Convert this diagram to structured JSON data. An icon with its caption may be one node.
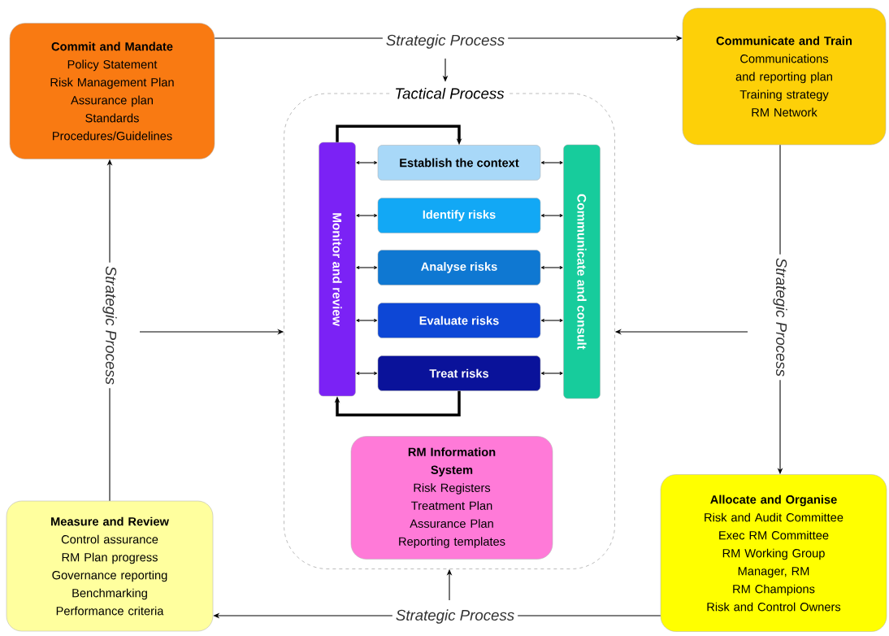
{
  "diagram": {
    "nodes": [
      {
        "text": [
          "Commit and Mandate",
          "Policy Statement",
          "Risk Management Plan",
          "Assurance plan",
          "Standards",
          "Procedures/Guidelines"
        ]
      },
      {
        "text": [
          "Communicate and Train",
          "Communications and reporting plan",
          "Training strategy",
          "RM Network"
        ]
      },
      {
        "text": [
          "Tactical Process"
        ]
      },
      {
        "text": [
          "Monitor and review"
        ],
        "in": 2
      },
      {
        "text": [
          "Establish the context"
        ],
        "in": 2
      },
      {
        "text": [
          "Identify risks"
        ],
        "in": 2
      },
      {
        "text": [
          "Analyse risks"
        ],
        "in": 2
      },
      {
        "text": [
          "Evaluate risks"
        ],
        "in": 2
      },
      {
        "text": [
          "Treat risks"
        ],
        "in": 2
      },
      {
        "text": [
          "Communicate and consult"
        ],
        "in": 2
      },
      {
        "text": [
          "RM Information System",
          "Risk Registers",
          "Treatment Plan",
          "Assurance Plan",
          "Reporting templates"
        ],
        "in": 2
      },
      {
        "text": [
          "Measure and Review",
          "Control assurance",
          "RM Plan progress",
          "Governance reporting",
          "Benchmarking",
          "Performance criteria"
        ]
      },
      {
        "text": [
          "Allocate and Organise",
          "Risk and Audit Committee",
          "Exec RM Committee",
          "RM Working Group",
          "Manager, RM",
          "RM Champions",
          "Risk and Control Owners"
        ]
      }
    ],
    "edges": [
      {
        "from": 0,
        "to": 1,
        "arrow": "to",
        "label": "Strategic Process"
      },
      {
        "from": 1,
        "to": 12,
        "arrow": "to",
        "label": "Strategic Process"
      },
      {
        "from": 12,
        "to": 11,
        "arrow": "to",
        "label": "Strategic Process"
      },
      {
        "from": 11,
        "to": 0,
        "arrow": "to",
        "label": "Strategic Process"
      },
      {
        "from": null,
        "to": 2,
        "arrow": "to"
      },
      {
        "from": null,
        "to": 2,
        "arrow": "to"
      },
      {
        "from": null,
        "to": 2,
        "arrow": "to"
      },
      {
        "from": null,
        "to": 2,
        "arrow": "to"
      },
      {
        "from": 3,
        "to": 4,
        "arrow": "both"
      },
      {
        "from": 3,
        "to": 5,
        "arrow": "both"
      },
      {
        "from": 3,
        "to": 6,
        "arrow": "both"
      },
      {
        "from": 3,
        "to": 7,
        "arrow": "both"
      },
      {
        "from": 3,
        "to": 8,
        "arrow": "both"
      },
      {
        "from": 4,
        "to": 9,
        "arrow": "both"
      },
      {
        "from": 5,
        "to": 9,
        "arrow": "both"
      },
      {
        "from": 6,
        "to": 9,
        "arrow": "both"
      },
      {
        "from": 7,
        "to": 9,
        "arrow": "both"
      },
      {
        "from": 8,
        "to": 9,
        "arrow": "both"
      },
      {
        "from": 3,
        "to": 4,
        "arrow": "to",
        "style": "thick"
      },
      {
        "from": 8,
        "to": 3,
        "arrow": "to",
        "style": "thick"
      }
    ]
  }
}
